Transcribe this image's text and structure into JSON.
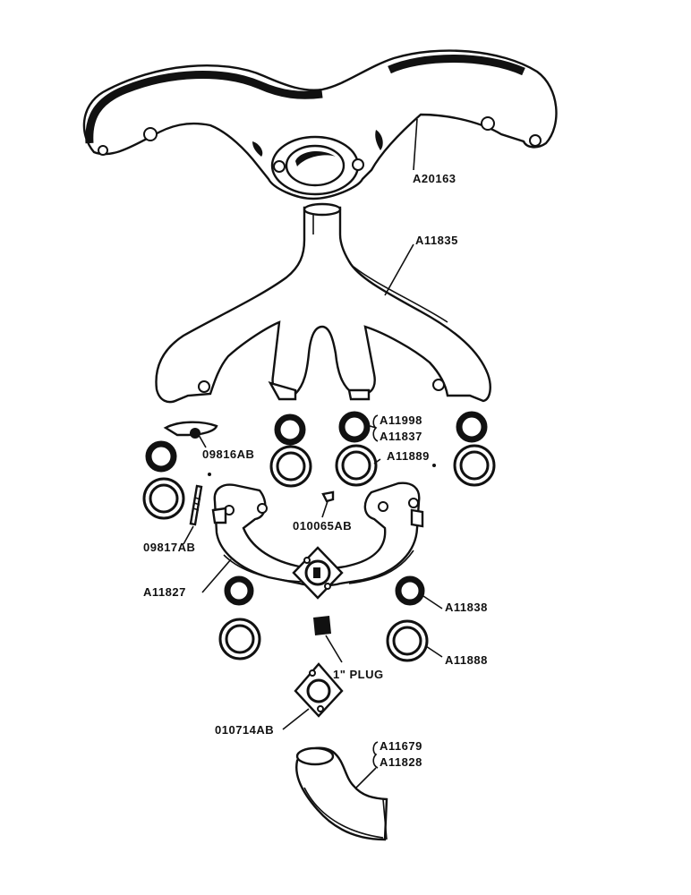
{
  "labels": {
    "a20163": "A20163",
    "a11835": "A11835",
    "a11998": "A11998",
    "a11837": "A11837",
    "o9816ab": "09816AB",
    "a11889": "A11889",
    "o10065ab": "010065AB",
    "o9817ab": "09817AB",
    "a11827": "A11827",
    "a11838": "A11838",
    "a11888": "A11888",
    "plug": "1\" PLUG",
    "o10714ab": "010714AB",
    "a11679": "A11679",
    "a11828": "A11828"
  }
}
